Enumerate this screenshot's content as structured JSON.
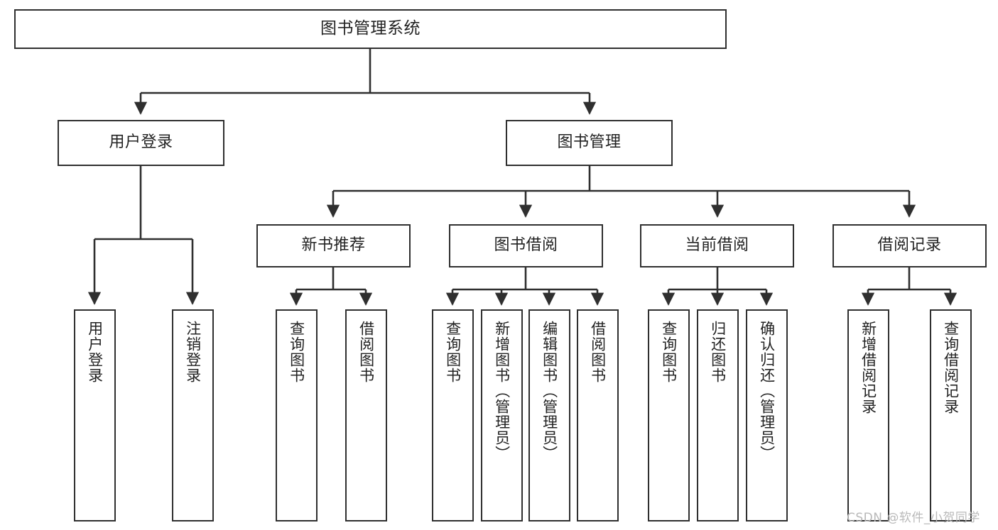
{
  "diagram": {
    "title": "图书管理系统",
    "type": "tree-hierarchy-chart",
    "watermark": "CSDN @软件_小贺同学",
    "colors": {
      "box_border": "#2f2f2f",
      "box_fill": "#ffffff",
      "line": "#2f2f2f",
      "text": "#222222",
      "watermark": "#b9b9b9",
      "background": "#ffffff"
    }
  },
  "nodes": {
    "root": {
      "label": "图书管理系统"
    },
    "level2": [
      {
        "label": "用户登录"
      },
      {
        "label": "图书管理"
      }
    ],
    "level3": [
      {
        "label": "新书推荐"
      },
      {
        "label": "图书借阅"
      },
      {
        "label": "当前借阅"
      },
      {
        "label": "借阅记录"
      }
    ],
    "leaves_user_login": [
      {
        "label": "用户登录"
      },
      {
        "label": "注销登录"
      }
    ],
    "leaves_new_book": [
      {
        "label": "查询图书"
      },
      {
        "label": "借阅图书"
      }
    ],
    "leaves_borrow": [
      {
        "label": "查询图书"
      },
      {
        "label": "新增图书（管理员）"
      },
      {
        "label": "编辑图书（管理员）"
      },
      {
        "label": "借阅图书"
      }
    ],
    "leaves_current": [
      {
        "label": "查询图书"
      },
      {
        "label": "归还图书"
      },
      {
        "label": "确认归还（管理员）"
      }
    ],
    "leaves_record": [
      {
        "label": "新增借阅记录"
      },
      {
        "label": "查询借阅记录"
      }
    ]
  }
}
